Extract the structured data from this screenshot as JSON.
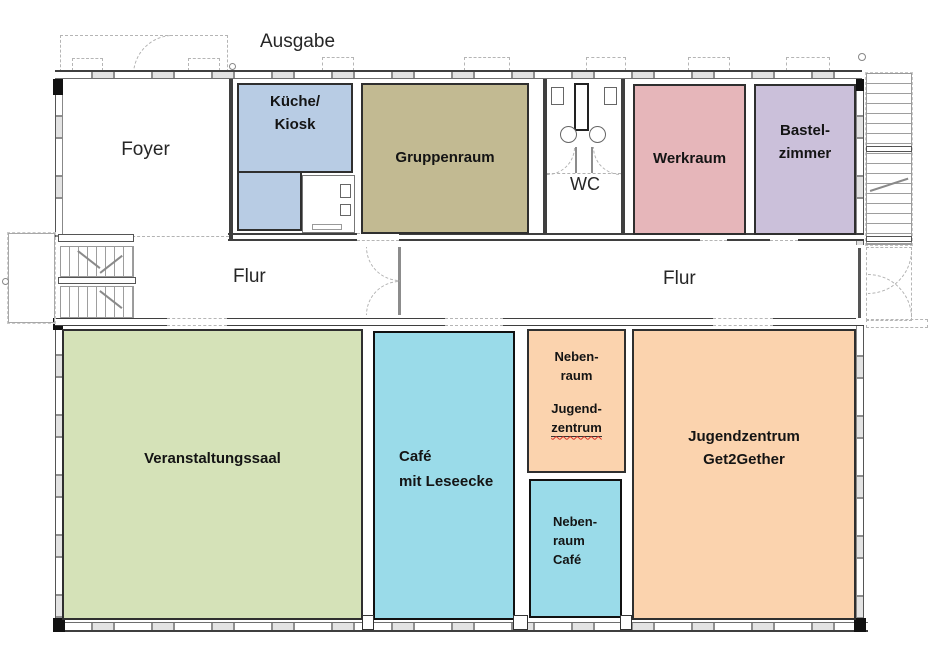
{
  "plan": {
    "exterior_labels": {
      "ausgabe": "Ausgabe"
    },
    "corridor": {
      "flur_left": "Flur",
      "flur_right": "Flur"
    },
    "uncolored_rooms": {
      "foyer": "Foyer",
      "wc": "WC"
    },
    "rooms": {
      "kueche_kiosk": {
        "label": "Küche/\nKiosk",
        "color": "#b8cce4"
      },
      "gruppenraum": {
        "label": "Gruppenraum",
        "color": "#c2ba92"
      },
      "werkraum": {
        "label": "Werkraum",
        "color": "#e6b6ba"
      },
      "bastelzimmer": {
        "label": "Bastel-\nzimmer",
        "color": "#cbc0da"
      },
      "veranstaltungssaal": {
        "label": "Veranstaltungssaal",
        "color": "#d5e2b8"
      },
      "cafe": {
        "label": "Café\nmit Leseecke",
        "color": "#9adbe9"
      },
      "nebenraum_jugendzentrum": {
        "label_top": "Neben-\nraum",
        "label_mid": "Jugend-",
        "label_underlined": "zentrum",
        "color": "#fbd3ae"
      },
      "nebenraum_cafe": {
        "label": "Neben-\nraum\nCafé",
        "color": "#9adbe9"
      },
      "jugendzentrum": {
        "label": "Jugendzentrum\nGet2Gether",
        "color": "#fbd3ae"
      }
    },
    "colors": {
      "wall": "#3f3f3f",
      "spellcheck_underline": "#d93025"
    }
  }
}
